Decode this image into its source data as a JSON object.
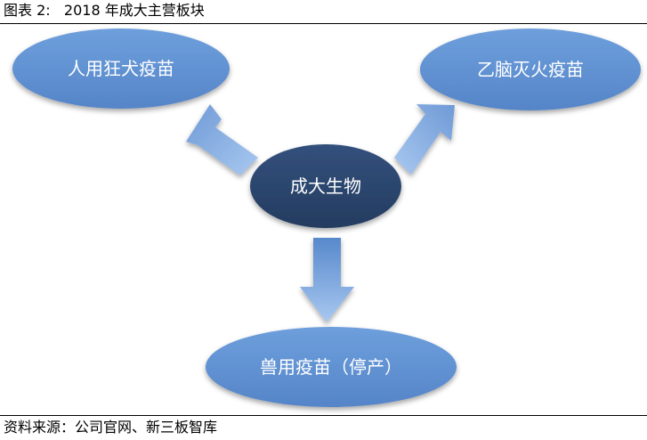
{
  "header": {
    "figure_title": "图表 2:   2018 年成大主营板块"
  },
  "diagram": {
    "center": "成大生物",
    "nodes": [
      {
        "id": "rabies",
        "label": "人用狂犬疫苗"
      },
      {
        "id": "encephalitis",
        "label": "乙脑灭火疫苗"
      },
      {
        "id": "veterinary",
        "label": "兽用疫苗（停产）"
      }
    ]
  },
  "footer": {
    "source": "资料来源：公司官网、新三板智库"
  },
  "colors": {
    "outer_ellipse": "#5f90ce",
    "center_ellipse": "#2c4770",
    "arrow_light": "#a8c8f0",
    "arrow_dark": "#5889cc",
    "label_text": "#ffffff"
  }
}
